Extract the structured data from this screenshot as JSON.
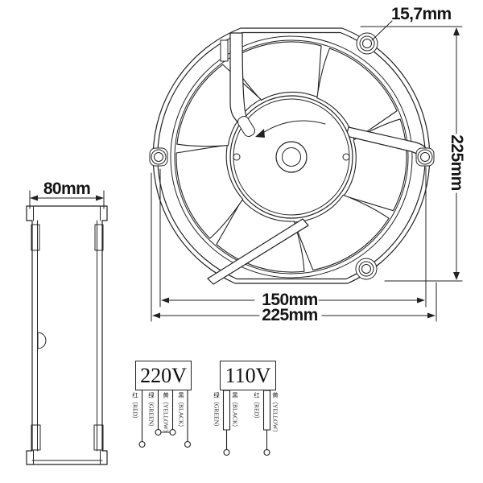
{
  "drawing": {
    "dim_hole_diameter": "15,7mm",
    "dim_fan_height": "225mm",
    "dim_fan_depth": "80mm",
    "dim_hole_spacing": "150mm",
    "dim_fan_width": "225mm"
  },
  "wiring": {
    "left": {
      "voltage": "220V",
      "wires": [
        "红（RED）",
        "绿（GREEN）",
        "黄（YELLOW）",
        "黑（BLACK）"
      ]
    },
    "right": {
      "voltage": "110V",
      "wires": [
        "绿（GREEN）",
        "黑（BLACK）",
        "红（RED）",
        "黄（YELLOW）"
      ]
    }
  },
  "colors": {
    "line": "#222222",
    "background": "#ffffff"
  }
}
